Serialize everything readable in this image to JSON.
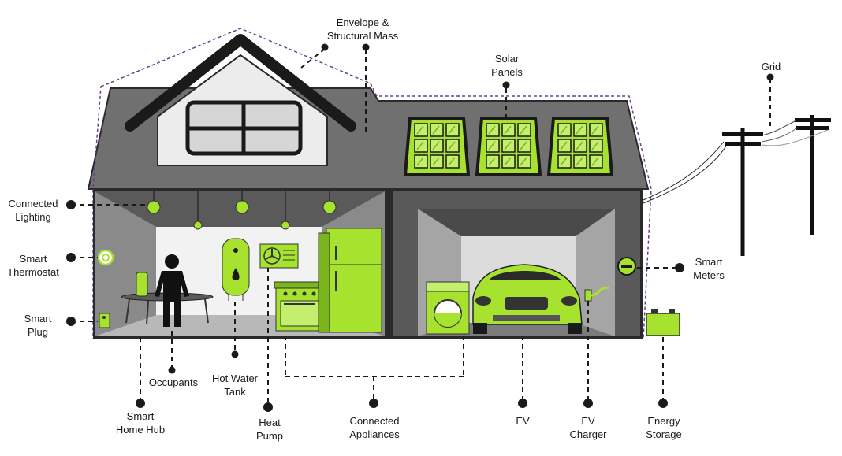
{
  "colors": {
    "accent_green": "#a6e22e",
    "dark": "#1a1a1a",
    "roof_gray": "#6f6f6f",
    "wall_gray": "#555555",
    "interior_light": "#e9e9e9",
    "outline_purple": "#6a3d8f"
  },
  "labels": {
    "envelope": "Envelope &\nStructural Mass",
    "solar": "Solar\nPanels",
    "grid": "Grid",
    "lighting": "Connected\nLighting",
    "thermostat": "Smart\nThermostat",
    "plug": "Smart\nPlug",
    "meters": "Smart\nMeters",
    "hub": "Smart\nHome Hub",
    "occupants": "Occupants",
    "water_tank": "Hot Water\nTank",
    "heat_pump": "Heat\nPump",
    "appliances": "Connected\nAppliances",
    "ev": "EV",
    "ev_charger": "EV\nCharger",
    "storage": "Energy\nStorage"
  },
  "icons": [
    "window-icon",
    "solar-panel-icon",
    "power-pole-icon",
    "light-bulb-icon",
    "thermostat-icon",
    "smart-plug-icon",
    "person-icon",
    "water-tank-icon",
    "heat-pump-icon",
    "oven-icon",
    "refrigerator-icon",
    "washing-machine-icon",
    "car-icon",
    "ev-plug-icon",
    "smart-meter-icon",
    "battery-icon"
  ]
}
